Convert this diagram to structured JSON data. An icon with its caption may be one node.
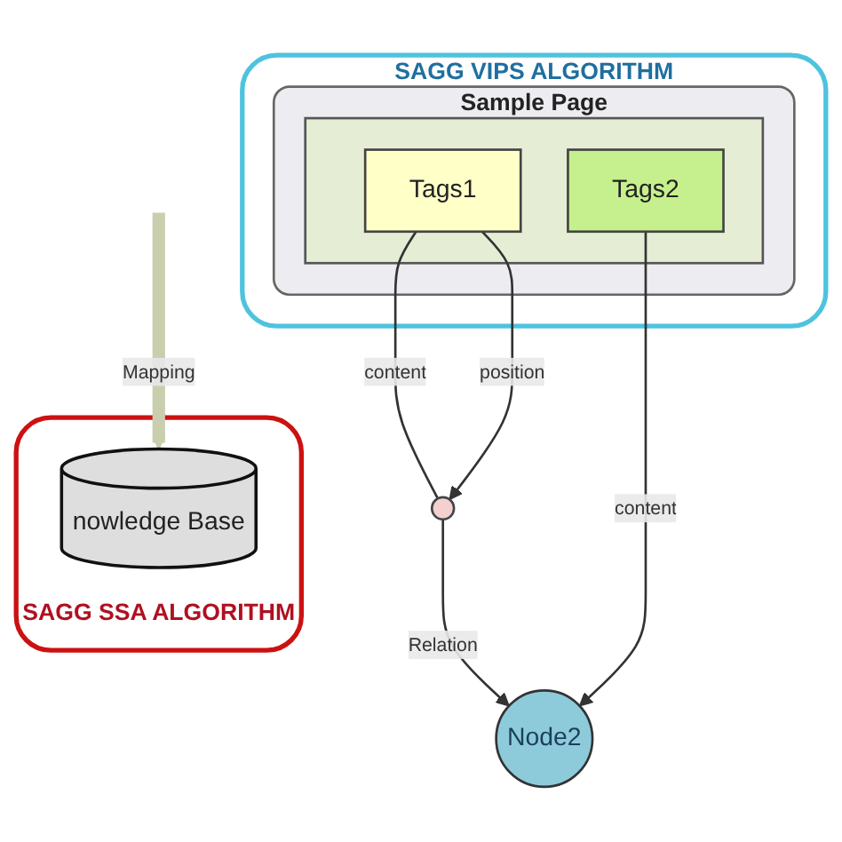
{
  "diagram": {
    "nodes": [
      {
        "text": [
          "SAGG VIPS ALGORITHM"
        ]
      },
      {
        "text": [
          "Sample Page"
        ],
        "in": 0
      },
      {
        "text": [],
        "shape": "box",
        "in": 1
      },
      {
        "text": [
          "Tags1"
        ],
        "in": 2
      },
      {
        "text": [
          "Tags2"
        ],
        "in": 2
      },
      {
        "text": [],
        "shape": "circle"
      },
      {
        "text": [
          "Node2"
        ]
      },
      {
        "text": [
          "SAGG SSA ALGORITHM"
        ]
      },
      {
        "text": [
          "nowledge Base"
        ],
        "in": 7
      }
    ],
    "edges": [
      {
        "from": 3,
        "to": 5,
        "arrow": "none",
        "label": "content"
      },
      {
        "from": 3,
        "to": 5,
        "arrow": "to",
        "label": "position"
      },
      {
        "from": 5,
        "to": 6,
        "arrow": "to",
        "label": "Relation"
      },
      {
        "from": 4,
        "to": 6,
        "arrow": "to",
        "label": "content"
      },
      {
        "from": null,
        "to": 8,
        "arrow": "to",
        "label": "Mapping",
        "style": "thick",
        "color": "#c9cfae"
      }
    ]
  }
}
